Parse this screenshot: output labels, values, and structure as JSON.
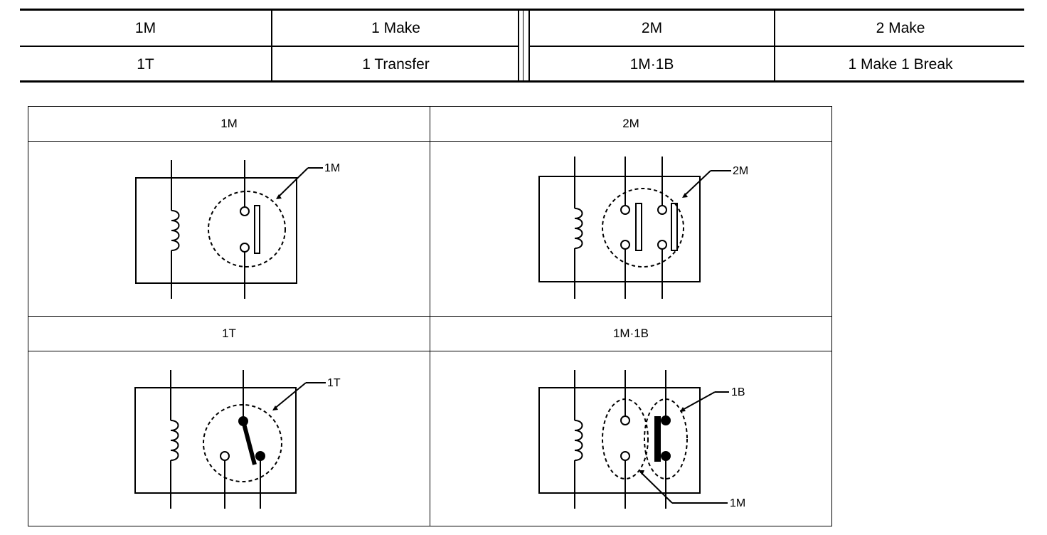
{
  "legend": {
    "left": [
      {
        "code": "1M",
        "name": "1 Make"
      },
      {
        "code": "1T",
        "name": "1 Transfer"
      }
    ],
    "right": [
      {
        "code": "2M",
        "name": "2 Make"
      },
      {
        "code": "1M·1B",
        "name": "1 Make 1 Break"
      }
    ]
  },
  "panels": [
    {
      "title": "1M",
      "callouts": [
        "1M"
      ]
    },
    {
      "title": "2M",
      "callouts": [
        "2M"
      ]
    },
    {
      "title": "1T",
      "callouts": [
        "1T"
      ]
    },
    {
      "title": "1M·1B",
      "callouts": [
        "1B",
        "1M"
      ]
    }
  ]
}
